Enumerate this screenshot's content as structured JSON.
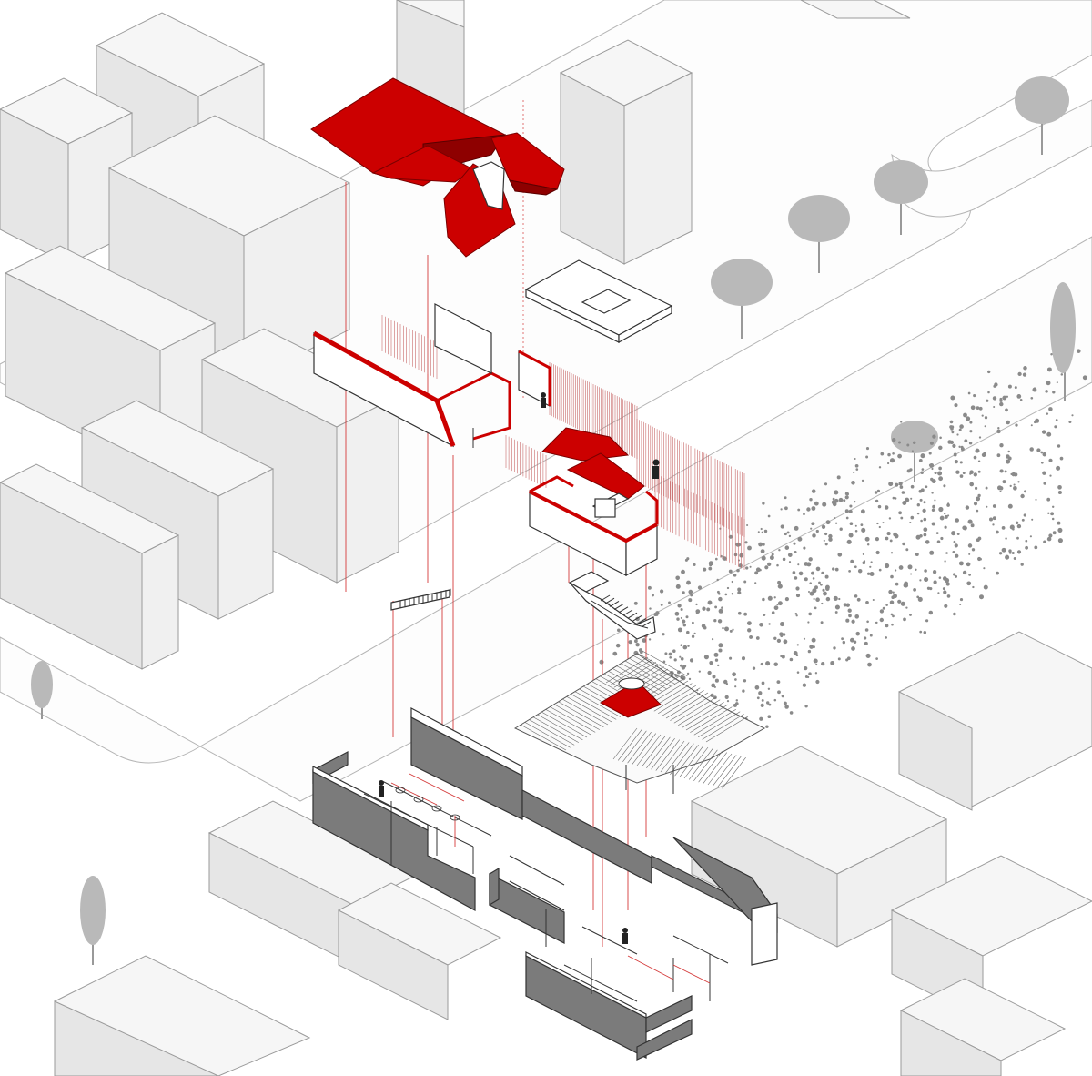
{
  "colors": {
    "accent_red": "#cc0000",
    "context_grey": "#e6e6e6",
    "wall_dark_grey": "#7b7b7b",
    "background": "#ffffff"
  },
  "layers": [
    {
      "name": "roof-layer",
      "color": "#cc0000"
    },
    {
      "name": "slab-layer"
    },
    {
      "name": "upper-floor-layer"
    },
    {
      "name": "stair-layer"
    },
    {
      "name": "courtyard-roof-layer"
    },
    {
      "name": "ground-floor-layer"
    }
  ]
}
